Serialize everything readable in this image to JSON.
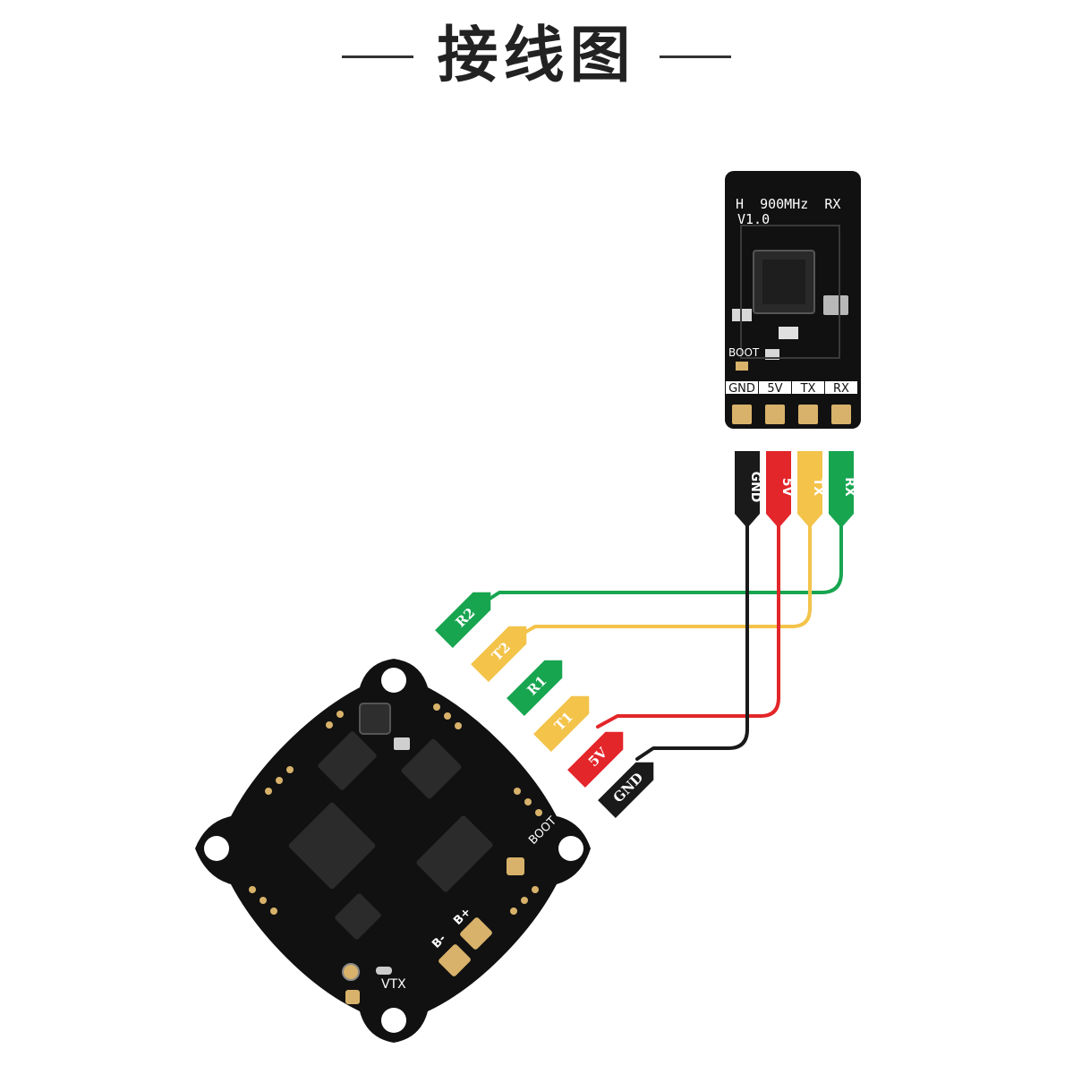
{
  "title": "接线图",
  "colors": {
    "gnd": "#1a1a1a",
    "v5": "#e3262a",
    "tx": "#f3c34a",
    "rx": "#18a550",
    "pcb": "#111111",
    "pad": "#d8b26a"
  },
  "receiver": {
    "silk_line1": "H  900MHz  RX",
    "silk_line2": "V1.0",
    "boot": "BOOT",
    "pins": [
      "GND",
      "5V",
      "TX",
      "RX"
    ]
  },
  "wire_tags": [
    {
      "label": "GND",
      "color": "gnd"
    },
    {
      "label": "5V",
      "color": "v5"
    },
    {
      "label": "TX",
      "color": "tx"
    },
    {
      "label": "RX",
      "color": "rx"
    }
  ],
  "fc_tags": [
    {
      "label": "R2",
      "color": "rx"
    },
    {
      "label": "T2",
      "color": "tx"
    },
    {
      "label": "R1",
      "color": "rx"
    },
    {
      "label": "T1",
      "color": "tx"
    },
    {
      "label": "5V",
      "color": "v5"
    },
    {
      "label": "GND",
      "color": "gnd"
    }
  ],
  "fc_board": {
    "vtx": "VTX",
    "boot": "BOOT",
    "bminus": "B-",
    "bplus": "B+"
  }
}
